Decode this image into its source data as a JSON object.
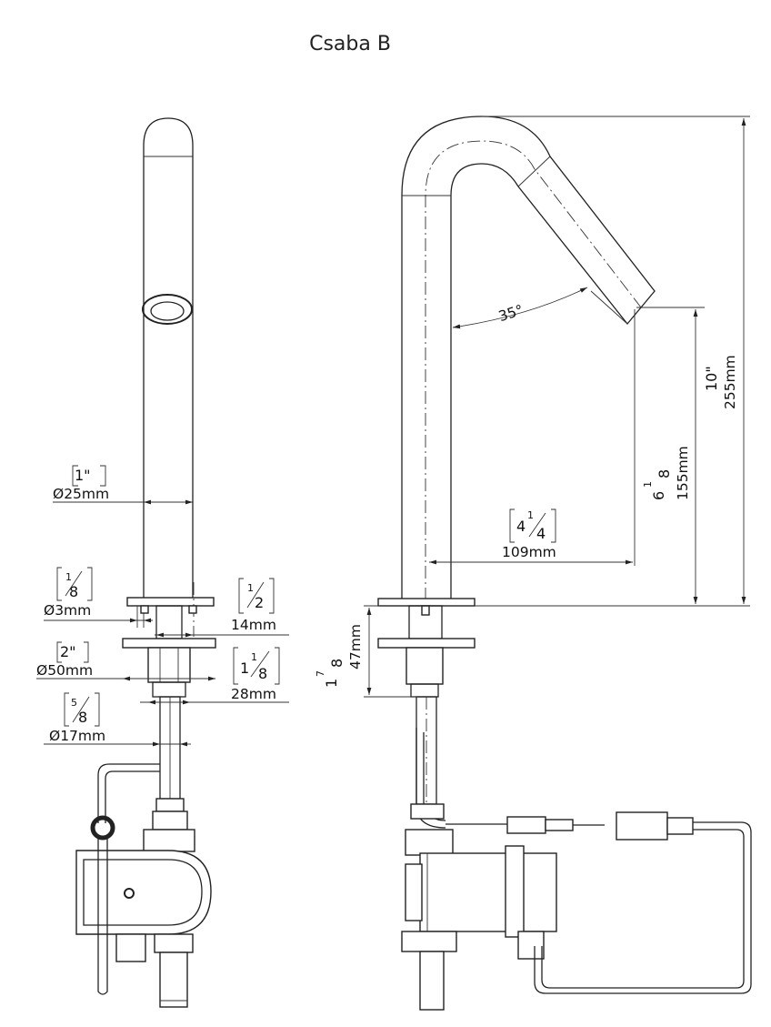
{
  "title": "Csaba B",
  "front_view": {
    "diameter_spout": {
      "imperial": "1\"",
      "metric": "Ø25mm"
    },
    "diameter_rod": {
      "imperial_num": "1",
      "imperial_den": "8",
      "metric": "Ø3mm"
    },
    "flange_offset": {
      "imperial_num": "1",
      "imperial_den": "2",
      "metric": "14mm"
    },
    "diameter_base": {
      "imperial": "2\"",
      "metric": "Ø50mm"
    },
    "nut_width": {
      "imperial_whole": "1",
      "imperial_num": "1",
      "imperial_den": "8",
      "metric": "28mm"
    },
    "diameter_shank": {
      "imperial_num": "5",
      "imperial_den": "8",
      "metric": "Ø17mm"
    }
  },
  "side_view": {
    "spout_angle": "35°",
    "reach": {
      "imperial_whole": "4",
      "imperial_num": "1",
      "imperial_den": "4",
      "metric": "109mm"
    },
    "outlet_height": {
      "imperial_whole": "6",
      "imperial_num": "1",
      "imperial_den": "8",
      "metric": "155mm"
    },
    "total_height": {
      "imperial": "10\"",
      "metric": "255mm"
    },
    "deck_thickness": {
      "imperial_whole": "1",
      "imperial_num": "7",
      "imperial_den": "8",
      "metric": "47mm"
    }
  }
}
